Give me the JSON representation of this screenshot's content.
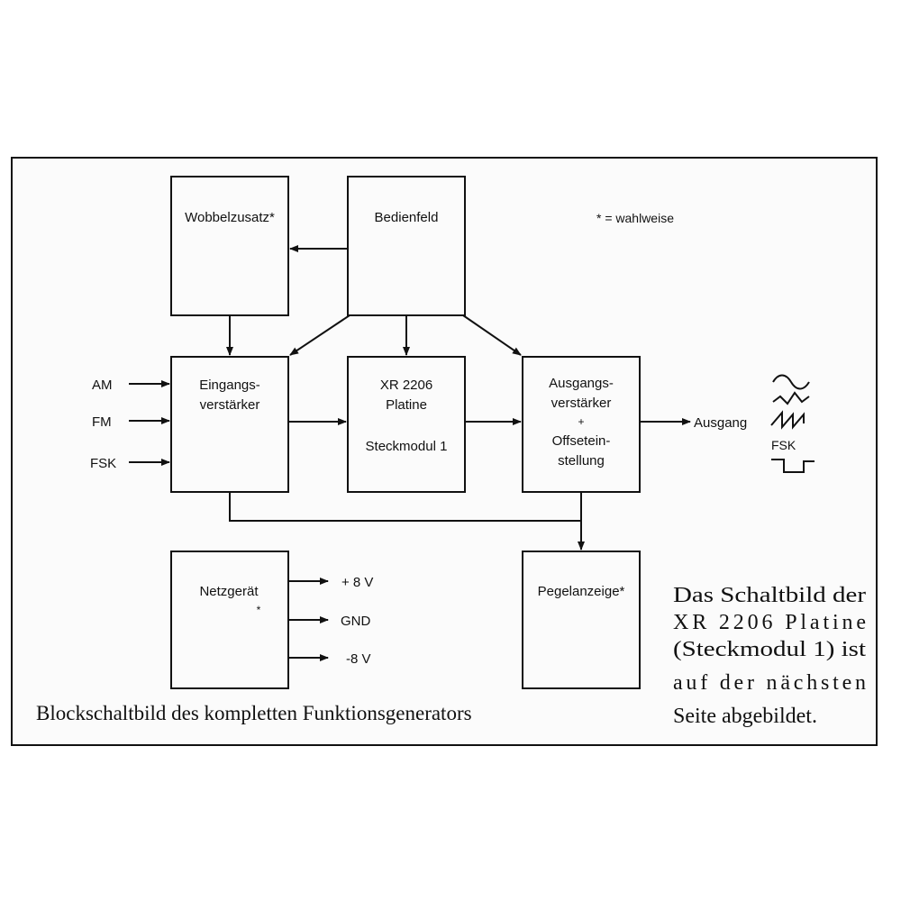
{
  "blocks": {
    "wobbel": "Wobbelzusatz*",
    "bedienfeld": "Bedienfeld",
    "eingang_l1": "Eingangs-",
    "eingang_l2": "verstärker",
    "xr_l1": "XR 2206",
    "xr_l2": "Platine",
    "xr_l3": "Steckmodul 1",
    "ausgang_l1": "Ausgangs-",
    "ausgang_l2": "verstärker",
    "ausgang_l3": "+",
    "ausgang_l4": "Offsetein-",
    "ausgang_l5": "stellung",
    "netzgeraet": "Netzgerät",
    "netzgeraet_star": "*",
    "pegel": "Pegelanzeige*"
  },
  "legend": "* = wahlweise",
  "inputs": {
    "am": "AM",
    "fm": "FM",
    "fsk": "FSK"
  },
  "power": {
    "pos": "+ 8 V",
    "gnd": "GND",
    "neg": "-8 V"
  },
  "output": {
    "label": "Ausgang",
    "fsk": "FSK"
  },
  "caption": "Blockschaltbild des kompletten Funktionsgenerators",
  "note": {
    "line1": "Das Schaltbild der",
    "line2": "XR 2206 Platine",
    "line3": "(Steckmodul 1) ist",
    "line4": "auf der nächsten",
    "line5": "Seite abgebildet."
  }
}
